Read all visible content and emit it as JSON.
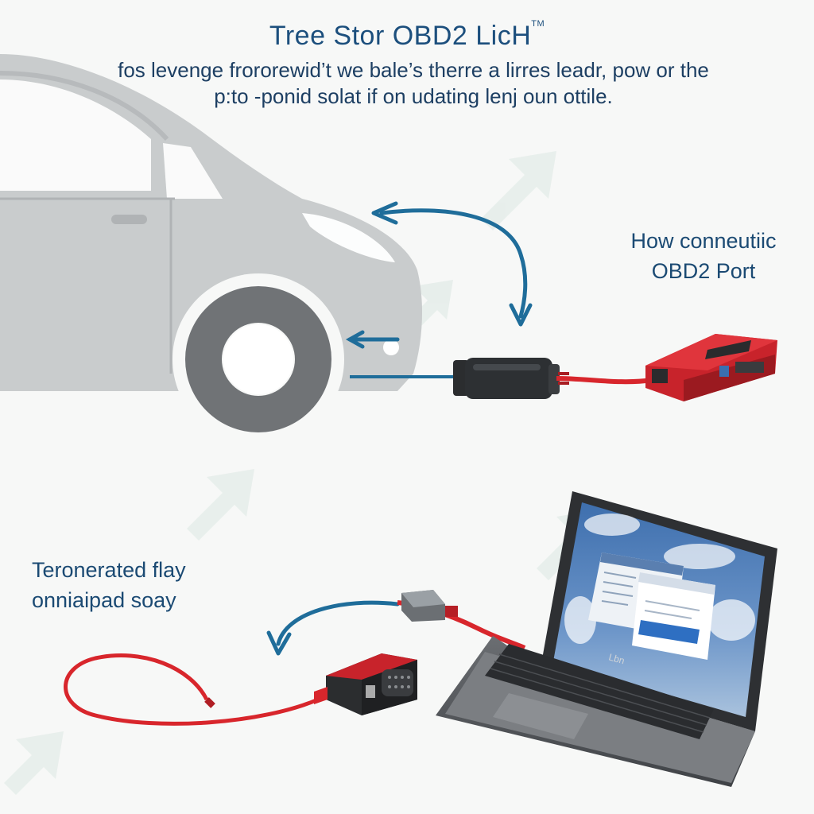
{
  "header": {
    "title": "Tree Stor OBD2 LicH",
    "trademark": "TM",
    "subtitle_line1": "fos levenge frororewid’t we bale’s therre a lirres leadr, pow or the",
    "subtitle_line2": "p:to -ponid solat if on udating lenj oun ottile."
  },
  "labels": {
    "port_line1": "How conneutiic",
    "port_line2": "OBD2 Port",
    "flay_line1": "Teronerated flay",
    "flay_line2": "onniaipad soay"
  },
  "laptop": {
    "brand": "Lbn"
  },
  "icons": [
    "car-icon",
    "obd2-connector-icon",
    "obd2-scanner-icon",
    "laptop-icon",
    "cable-icon",
    "arrow-icon"
  ],
  "colors": {
    "accent_blue": "#1f6d9a",
    "title_blue": "#1c4f7d",
    "cable_red": "#d8262c",
    "car_gray": "#c9cccd"
  }
}
